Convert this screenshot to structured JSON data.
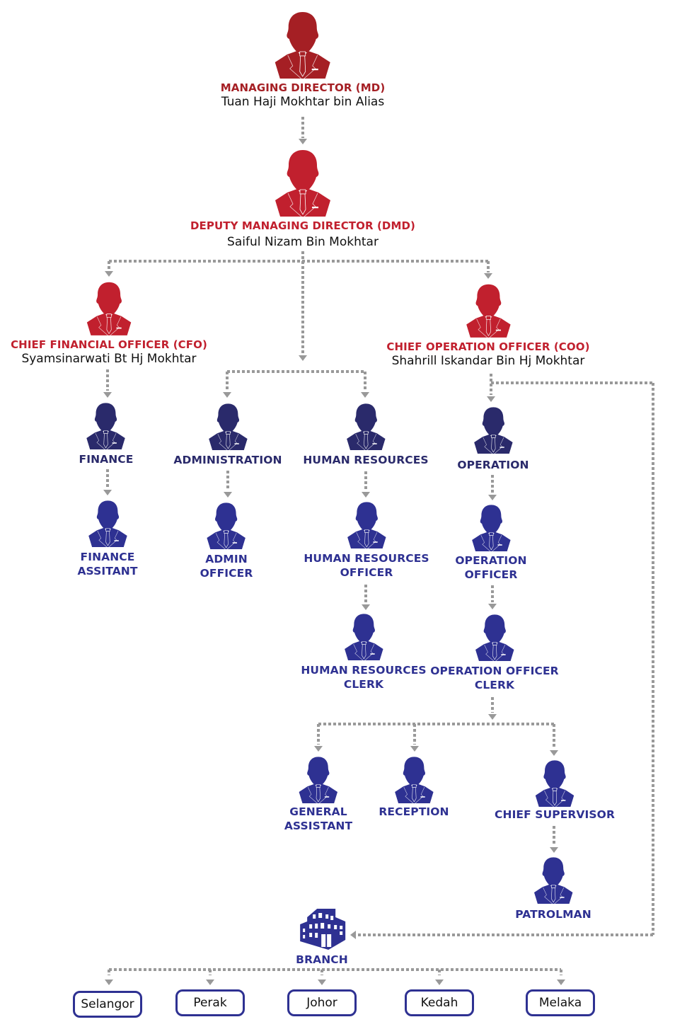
{
  "colors": {
    "md_red": "#a51f24",
    "exec_red": "#c1202e",
    "dept_navy": "#2a2a6b",
    "staff_blue": "#2e3192",
    "connector_gray": "#999999"
  },
  "executives": {
    "md": {
      "title": "MANAGING DIRECTOR (MD)",
      "name": "Tuan Haji Mokhtar bin Alias",
      "icon": "person-icon"
    },
    "dmd": {
      "title": "DEPUTY MANAGING DIRECTOR (DMD)",
      "name": "Saiful Nizam Bin Mokhtar",
      "icon": "person-icon"
    },
    "cfo": {
      "title": "CHIEF FINANCIAL OFFICER (CFO)",
      "name": "Syamsinarwati Bt Hj Mokhtar",
      "icon": "person-icon"
    },
    "coo": {
      "title": "CHIEF OPERATION OFFICER (COO)",
      "name": "Shahrill Iskandar Bin Hj Mokhtar",
      "icon": "person-icon"
    }
  },
  "departments": {
    "finance": {
      "title": "FINANCE"
    },
    "finance_assistant": {
      "title_line1": "FINANCE",
      "title_line2": "ASSITANT"
    },
    "administration": {
      "title": "ADMINISTRATION"
    },
    "admin_officer": {
      "title_line1": "ADMIN",
      "title_line2": "OFFICER"
    },
    "human_resources": {
      "title": "HUMAN RESOURCES"
    },
    "hr_officer": {
      "title_line1": "HUMAN RESOURCES",
      "title_line2": "OFFICER"
    },
    "hr_clerk": {
      "title_line1": "HUMAN RESOURCES",
      "title_line2": "CLERK"
    },
    "operation": {
      "title": "OPERATION"
    },
    "operation_officer": {
      "title_line1": "OPERATION",
      "title_line2": "OFFICER"
    },
    "operation_officer_clerk": {
      "title_line1": "OPERATION OFFICER",
      "title_line2": "CLERK"
    },
    "general_assistant": {
      "title_line1": "GENERAL",
      "title_line2": "ASSISTANT"
    },
    "reception": {
      "title": "RECEPTION"
    },
    "chief_supervisor": {
      "title": "CHIEF SUPERVISOR"
    },
    "patrolman": {
      "title": "PATROLMAN"
    }
  },
  "branch": {
    "title": "BRANCH",
    "icon": "building-icon",
    "locations": [
      "Selangor",
      "Perak",
      "Johor",
      "Kedah",
      "Melaka"
    ]
  }
}
